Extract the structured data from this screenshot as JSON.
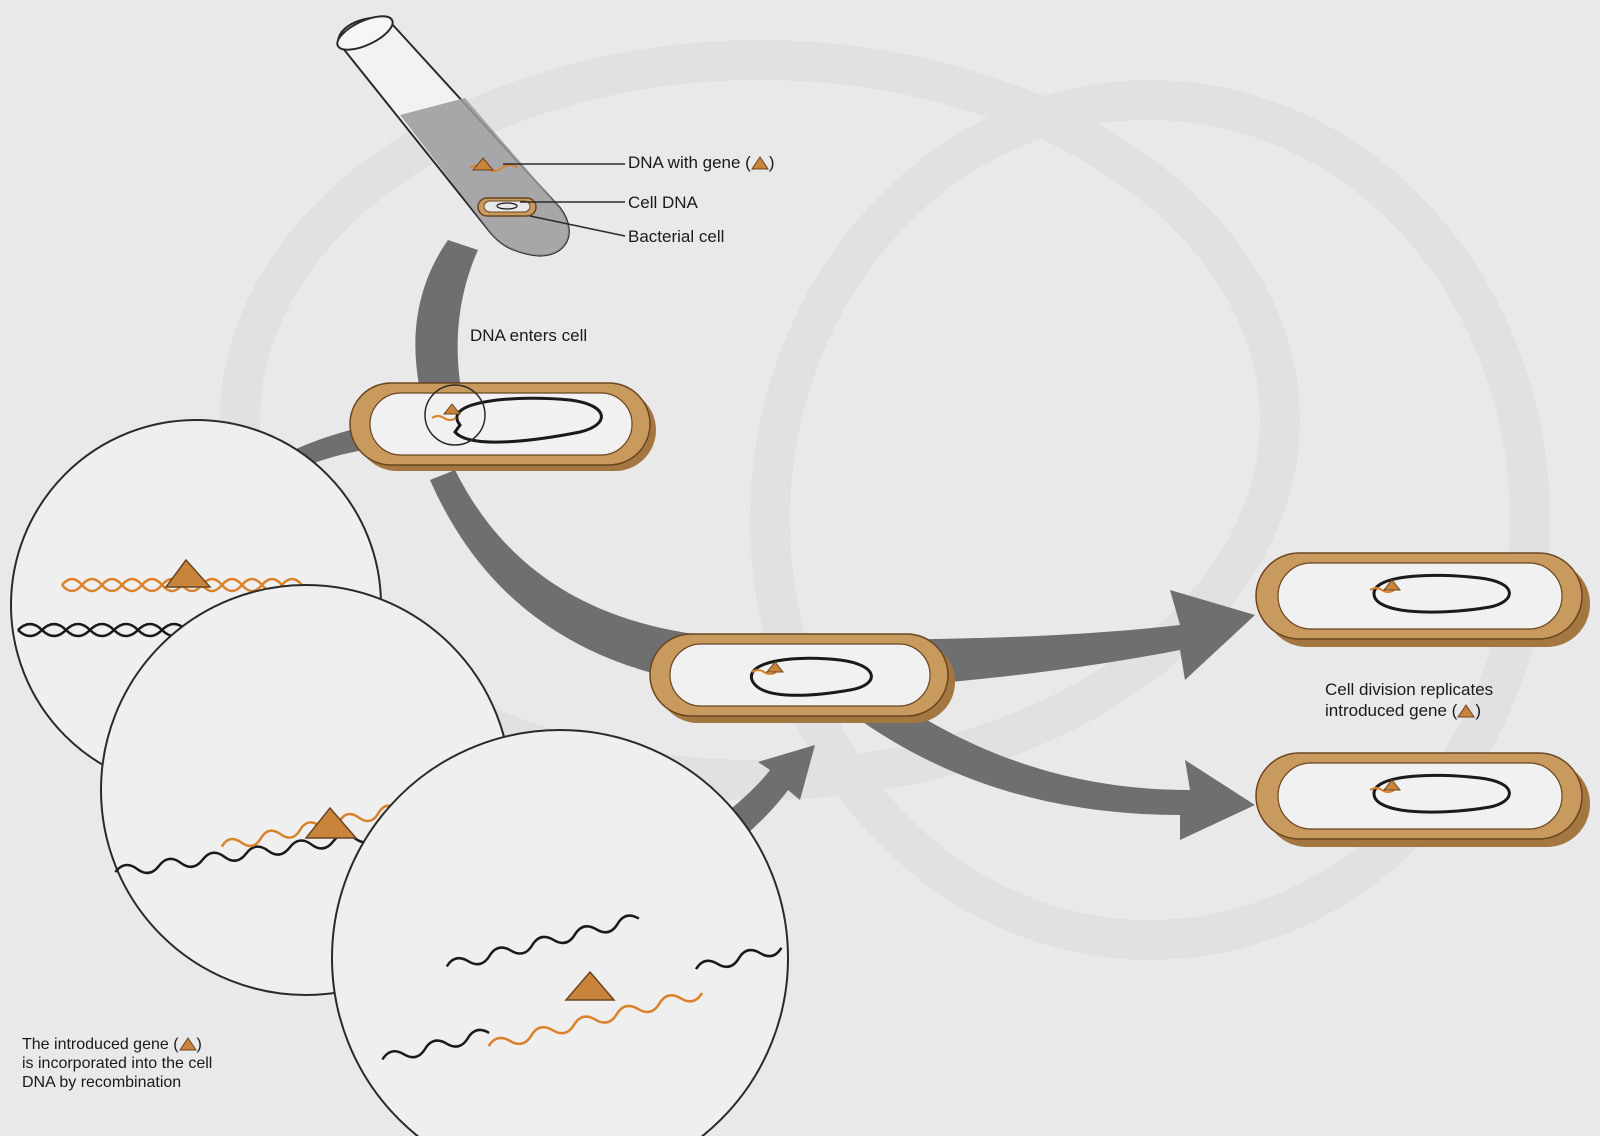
{
  "labels": {
    "dna_with_gene": "DNA with gene (",
    "dna_with_gene_close": ")",
    "cell_dna": "Cell DNA",
    "bacterial_cell": "Bacterial cell",
    "dna_enters_cell": "DNA enters cell",
    "cell_division_line1": "Cell division replicates",
    "cell_division_line2": "introduced gene (",
    "cell_division_close": ")",
    "introduced_line1": "The introduced gene (",
    "introduced_line1_close": ")",
    "introduced_line2": "is incorporated into the cell",
    "introduced_line3": "DNA by recombination"
  },
  "colors": {
    "background": "#e9e9ea",
    "arrow": "#6f6f70",
    "cell_wall": "#c89a5e",
    "cell_wall_dark": "#a47640",
    "cell_inner": "#f1f1f1",
    "cell_dna": "#1a1a1a",
    "gene_dna": "#d9822b",
    "gene_marker": "#c8843a",
    "tube_liquid": "#9a9a9c"
  },
  "icons": {
    "gene_marker": "triangle-icon"
  }
}
